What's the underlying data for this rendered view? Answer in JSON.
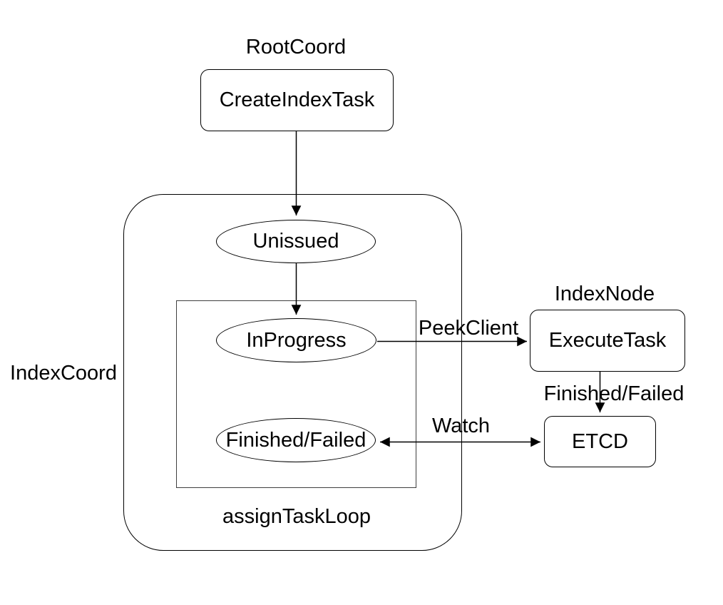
{
  "diagram": {
    "group_labels": {
      "root_coord": "RootCoord",
      "index_coord": "IndexCoord",
      "index_node": "IndexNode",
      "assign_task_loop": "assignTaskLoop"
    },
    "nodes": {
      "create_index_task": "CreateIndexTask",
      "unissued": "Unissued",
      "in_progress": "InProgress",
      "finished_failed": "Finished/Failed",
      "execute_task": "ExecuteTask",
      "etcd": "ETCD"
    },
    "edge_labels": {
      "peek_client": "PeekClient",
      "finished_failed": "Finished/Failed",
      "watch": "Watch"
    },
    "colors": {
      "stroke": "#000000",
      "inner_group_stroke": "#3f3f3f",
      "background": "#ffffff",
      "text": "#000000"
    }
  }
}
